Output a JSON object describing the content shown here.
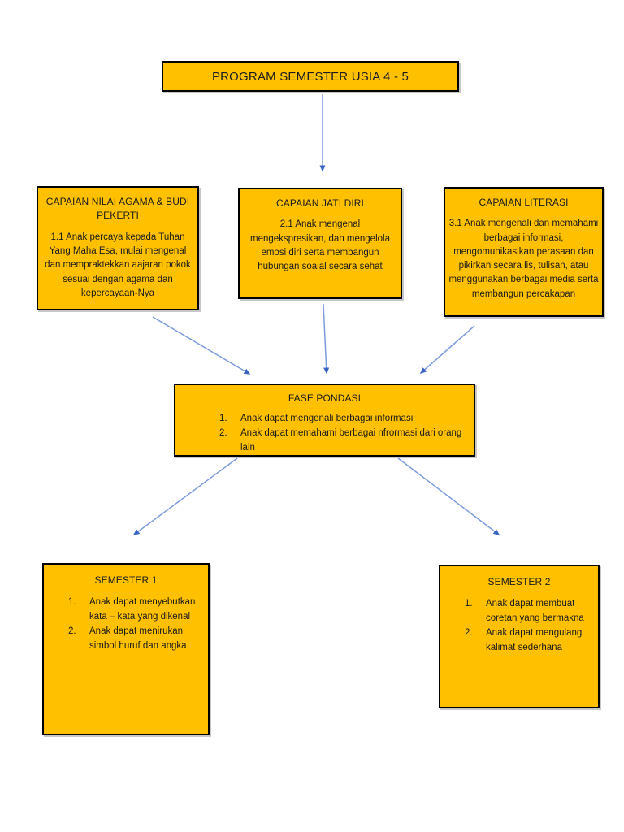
{
  "colors": {
    "box_fill": "#FFC000",
    "box_border": "#000000",
    "arrow_line": "#7D9BDB",
    "arrow_head": "#3A63C6"
  },
  "title_box": {
    "label": "PROGRAM SEMESTER USIA 4 - 5"
  },
  "capaian": {
    "agama": {
      "title": "CAPAIAN NILAI AGAMA & BUDI PEKERTI",
      "body": "1.1 Anak percaya kepada Tuhan Yang Maha Esa, mulai mengenal dan mempraktekkan aajaran pokok sesuai dengan agama dan kepercayaan-Nya"
    },
    "jati_diri": {
      "title": "CAPAIAN JATI DIRI",
      "body": "2.1 Anak mengenal mengekspresikan, dan mengelola emosi diri serta membangun hubungan soaial secara sehat"
    },
    "literasi": {
      "title": "CAPAIAN LITERASI",
      "body": "3.1 Anak mengenali dan memahami berbagai informasi, mengomunikasikan perasaan dan pikirkan secara lis, tulisan, atau menggunakan berbagai media serta membangun percakapan"
    }
  },
  "fase": {
    "title": "FASE PONDASI",
    "items": [
      {
        "num": "1.",
        "text": "Anak dapat mengenali berbagai informasi"
      },
      {
        "num": "2.",
        "text": "Anak dapat memahami berbagai nfrormasi dari orang lain"
      }
    ]
  },
  "semester1": {
    "title": "SEMESTER 1",
    "items": [
      {
        "num": "1.",
        "text": "Anak dapat menyebutkan kata – kata yang dikenal"
      },
      {
        "num": "2.",
        "text": "Anak dapat menirukan simbol huruf dan angka"
      }
    ]
  },
  "semester2": {
    "title": "SEMESTER 2",
    "items": [
      {
        "num": "1.",
        "text": "Anak dapat membuat coretan yang bermakna"
      },
      {
        "num": "2.",
        "text": "Anak dapat mengulang kalimat sederhana"
      }
    ]
  }
}
